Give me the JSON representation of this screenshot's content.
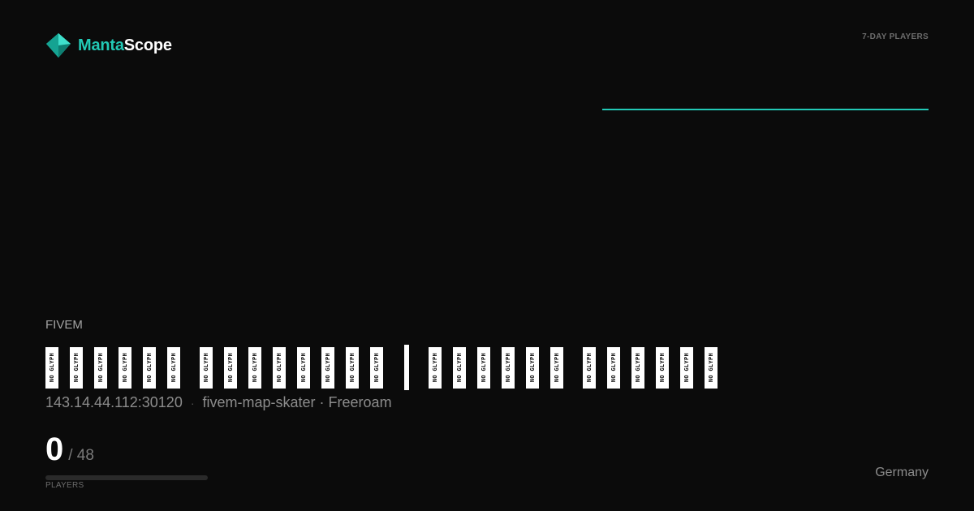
{
  "brand": {
    "name_part1": "Manta",
    "name_part2": "Scope",
    "icon": "manta-diamond-icon",
    "accent_color": "#22c9b6"
  },
  "chart": {
    "label": "7-DAY PLAYERS",
    "line_color": "#22c9b6"
  },
  "chart_data": {
    "type": "line",
    "title": "7-DAY PLAYERS",
    "series": [
      {
        "values": [
          0,
          0,
          0,
          0,
          0,
          0,
          0
        ]
      }
    ],
    "grid": false
  },
  "server": {
    "game": "FIVEM",
    "name_glyphs": [
      "NO GLYPH",
      "NO GLYPH",
      "NO GLYPH",
      "NO GLYPH",
      "NO GLYPH",
      "NO GLYPH",
      " ",
      "NO GLYPH",
      "NO GLYPH",
      "NO GLYPH",
      "NO GLYPH",
      "NO GLYPH",
      "NO GLYPH",
      "NO GLYPH",
      "NO GLYPH",
      "|",
      "NO GLYPH",
      "NO GLYPH",
      "NO GLYPH",
      "NO GLYPH",
      "NO GLYPH",
      "NO GLYPH",
      " ",
      "NO GLYPH",
      "NO GLYPH",
      "NO GLYPH",
      "NO GLYPH",
      "NO GLYPH",
      "NO GLYPH"
    ],
    "address": "143.14.44.112:30120",
    "separator": "·",
    "resource": "fivem-map-skater · Freeroam"
  },
  "players": {
    "current": "0",
    "max": "/ 48",
    "label": "PLAYERS",
    "fill_fraction": 0
  },
  "location": {
    "country": "Germany"
  }
}
